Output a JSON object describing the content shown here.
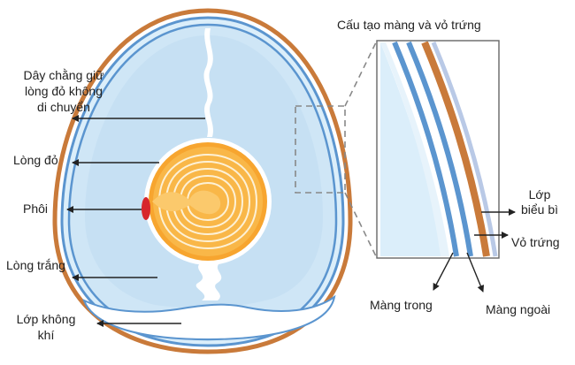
{
  "title": "Cấu tạo màng và vỏ trứng",
  "labels": {
    "chalaza": [
      "Dây chằng giữ",
      "lòng đỏ không",
      "di chuyển"
    ],
    "yolk": "Lòng đỏ",
    "embryo": "Phôi",
    "albumen": "Lòng trắng",
    "air_cell": [
      "Lớp không",
      "khí"
    ],
    "cuticle": [
      "Lớp",
      "biểu bì"
    ],
    "shell": "Vỏ trứng",
    "inner_membrane": "Màng trong",
    "outer_membrane": "Màng ngoài"
  },
  "colors": {
    "shell": "#c97a3a",
    "albumen": "#cfe6f6",
    "membrane": "#5b95cf",
    "yolk": "#f7a52f",
    "yolk_lines": "#fdf1d6",
    "embryo": "#d7262c",
    "cuticle": "#b9c9e6"
  }
}
